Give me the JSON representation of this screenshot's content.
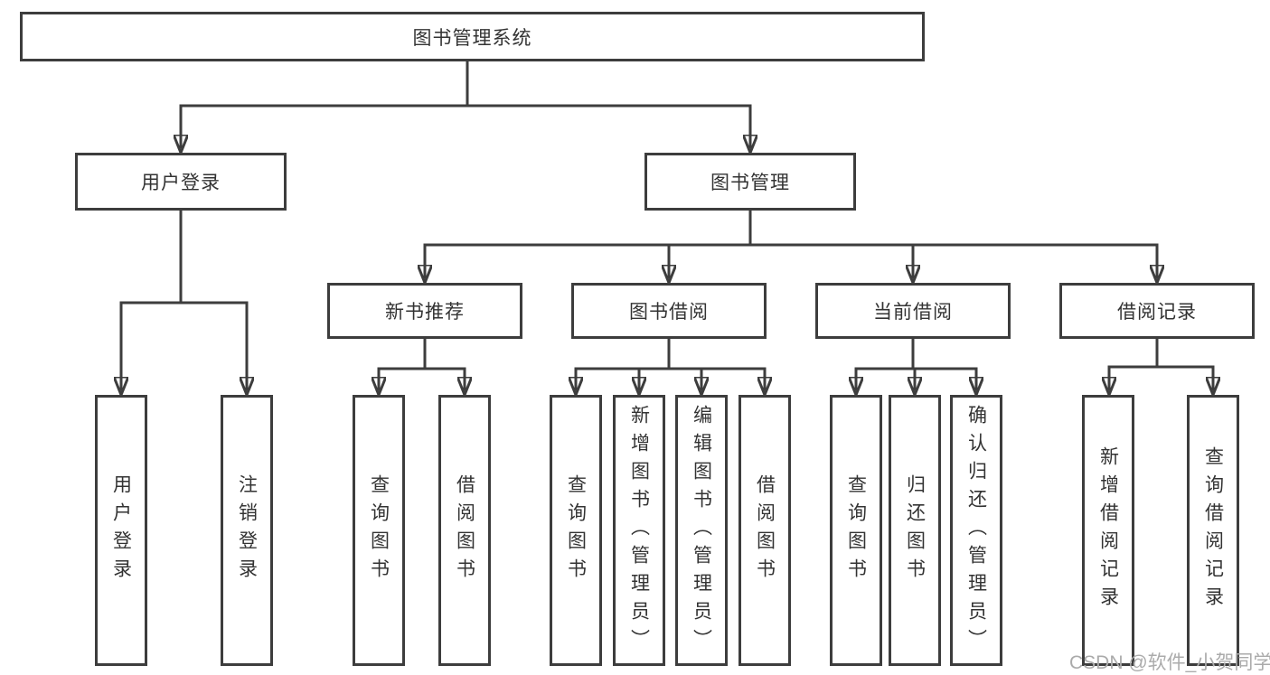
{
  "tree": {
    "root": "图书管理系统",
    "level2": [
      {
        "label": "用户登录",
        "leaves": [
          "用户登录",
          "注销登录"
        ]
      },
      {
        "label": "图书管理",
        "groups": [
          {
            "label": "新书推荐",
            "leaves": [
              "查询图书",
              "借阅图书"
            ]
          },
          {
            "label": "图书借阅",
            "leaves": [
              "查询图书",
              "新增图书（管理员）",
              "编辑图书（管理员）",
              "借阅图书"
            ]
          },
          {
            "label": "当前借阅",
            "leaves": [
              "查询图书",
              "归还图书",
              "确认归还（管理员）"
            ]
          },
          {
            "label": "借阅记录",
            "leaves": [
              "新增借阅记录",
              "查询借阅记录"
            ]
          }
        ]
      }
    ]
  },
  "watermark": "CSDN @软件_小贺同学",
  "colors": {
    "line": "#3d3d3d",
    "text": "#333333",
    "background": "#ffffff",
    "watermark": "#ababab"
  }
}
